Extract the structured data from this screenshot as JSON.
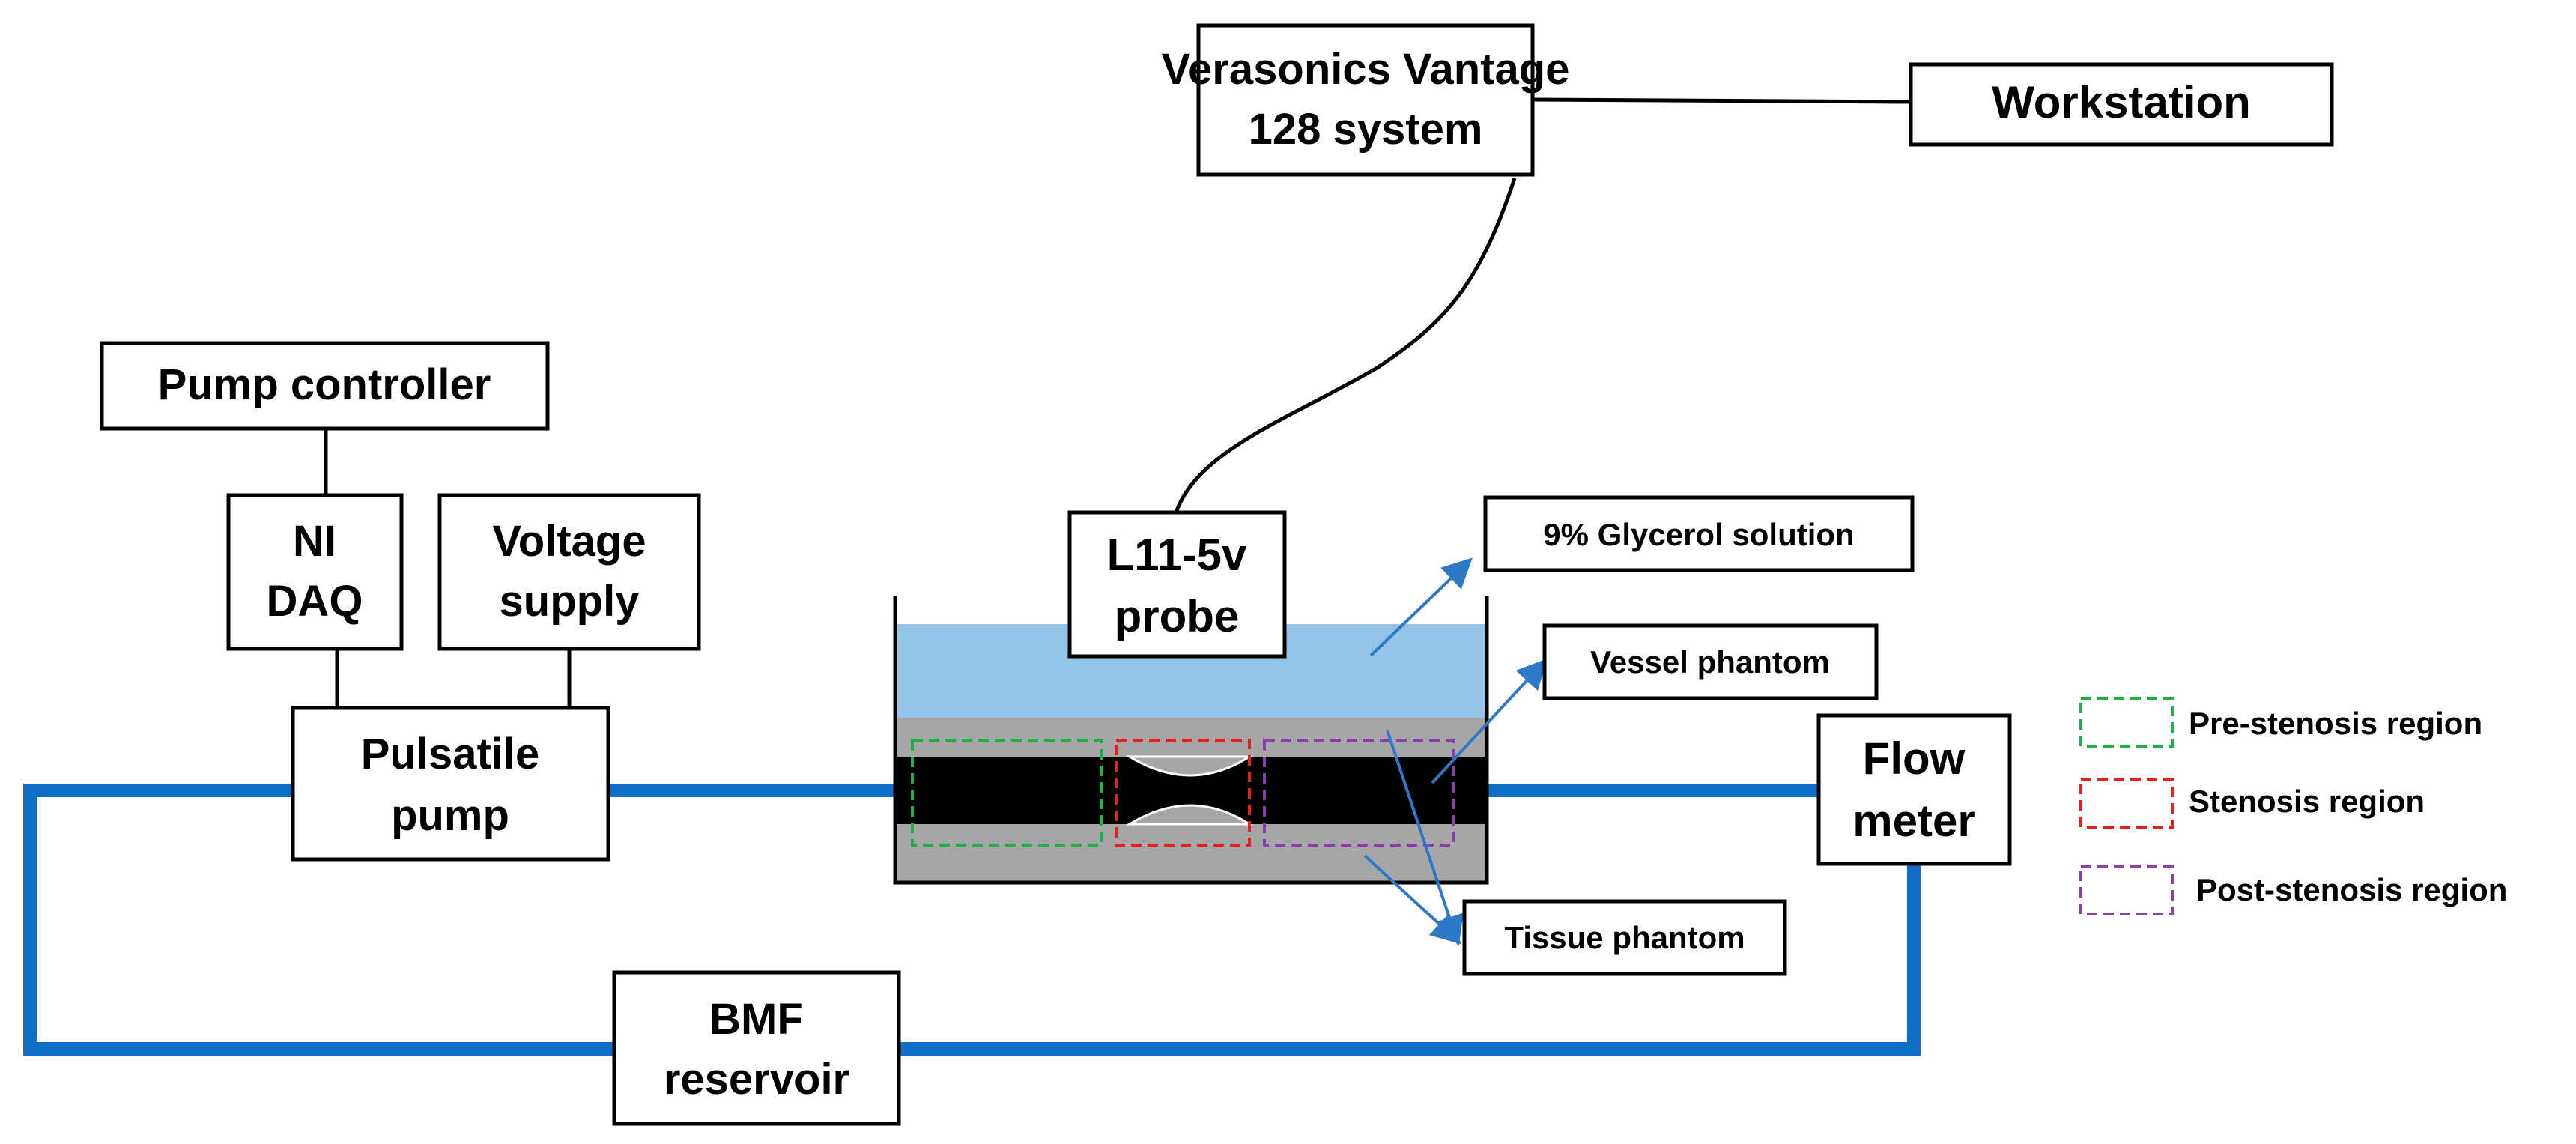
{
  "boxes": {
    "verasonics_line1": "Verasonics Vantage",
    "verasonics_line2": "128 system",
    "workstation": "Workstation",
    "pump_controller": "Pump controller",
    "ni_daq_line1": "NI",
    "ni_daq_line2": "DAQ",
    "voltage_supply_line1": "Voltage",
    "voltage_supply_line2": "supply",
    "pulsatile_pump_line1": "Pulsatile",
    "pulsatile_pump_line2": "pump",
    "probe_line1": "L11-5v",
    "probe_line2": "probe",
    "flow_meter_line1": "Flow",
    "flow_meter_line2": "meter",
    "reservoir_line1": "BMF",
    "reservoir_line2": "reservoir"
  },
  "callouts": {
    "glycerol": "9% Glycerol solution",
    "vessel": "Vessel phantom",
    "tissue": "Tissue phantom"
  },
  "legend": [
    {
      "label": "Pre-stenosis region",
      "color": "#1fb04a"
    },
    {
      "label": "Stenosis region",
      "color": "#e81f1f"
    },
    {
      "label": "Post-stenosis region",
      "color": "#8a3fb0"
    }
  ],
  "colors": {
    "flow_line": "#0f6fc6",
    "arrow": "#2e78c8",
    "glycerol": "#94c5e8",
    "tissue": "#a6a6a6",
    "vessel": "#000000"
  }
}
